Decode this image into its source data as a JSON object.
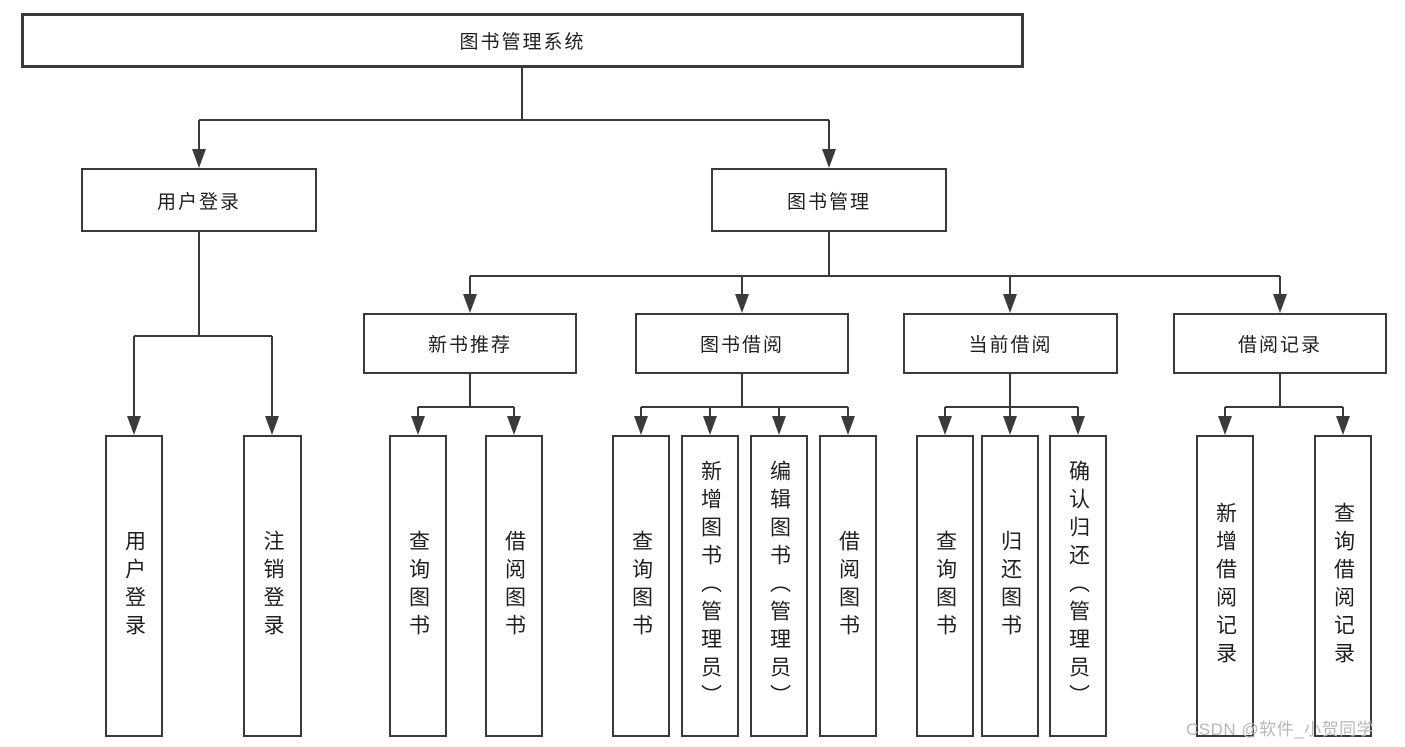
{
  "diagram": {
    "root_label": "图书管理系统",
    "branches": [
      {
        "label": "用户登录",
        "leaves": [
          "用户登录",
          "注销登录"
        ]
      },
      {
        "label": "图书管理",
        "sections": [
          {
            "label": "新书推荐",
            "leaves": [
              "查询图书",
              "借阅图书"
            ]
          },
          {
            "label": "图书借阅",
            "leaves": [
              "查询图书",
              "新增图书（管理员）",
              "编辑图书（管理员）",
              "借阅图书"
            ]
          },
          {
            "label": "当前借阅",
            "leaves": [
              "查询图书",
              "归还图书",
              "确认归还（管理员）"
            ]
          },
          {
            "label": "借阅记录",
            "leaves": [
              "新增借阅记录",
              "查询借阅记录"
            ]
          }
        ]
      }
    ]
  },
  "watermark": {
    "text": "CSDN @软件_小贺同学"
  },
  "colors": {
    "line": "#3a3a3a",
    "text": "#1f1f1f",
    "watermark": "#b8b8b8",
    "background": "#ffffff"
  }
}
